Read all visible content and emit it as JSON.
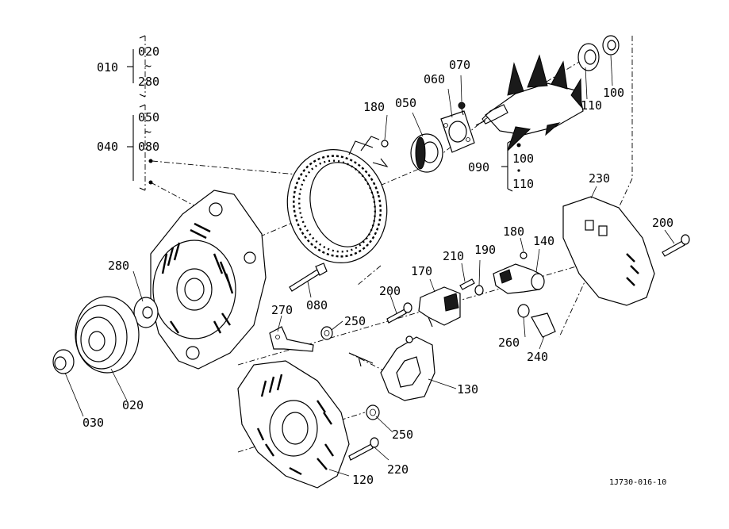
{
  "diagram": {
    "labels": {
      "p010": "010",
      "p020a": "020",
      "tilde1": "~",
      "p280a": "280",
      "p050a": "050",
      "tilde2": "~",
      "p080a": "080",
      "p040": "040",
      "p180a": "180",
      "p050": "050",
      "p060": "060",
      "p070": "070",
      "p110a": "110",
      "p100a": "100",
      "p090": "090",
      "p100b": "100",
      "p110b": "110",
      "p230": "230",
      "p200a": "200",
      "p180b": "180",
      "p140": "140",
      "p210": "210",
      "p190": "190",
      "p170": "170",
      "p280": "280",
      "p080": "080",
      "p200b": "200",
      "p270": "270",
      "p250a": "250",
      "p260": "260",
      "p240": "240",
      "p130": "130",
      "p250b": "250",
      "p220": "220",
      "p120": "120",
      "p030": "030",
      "p020": "020",
      "code": "1J730-016-10"
    }
  }
}
